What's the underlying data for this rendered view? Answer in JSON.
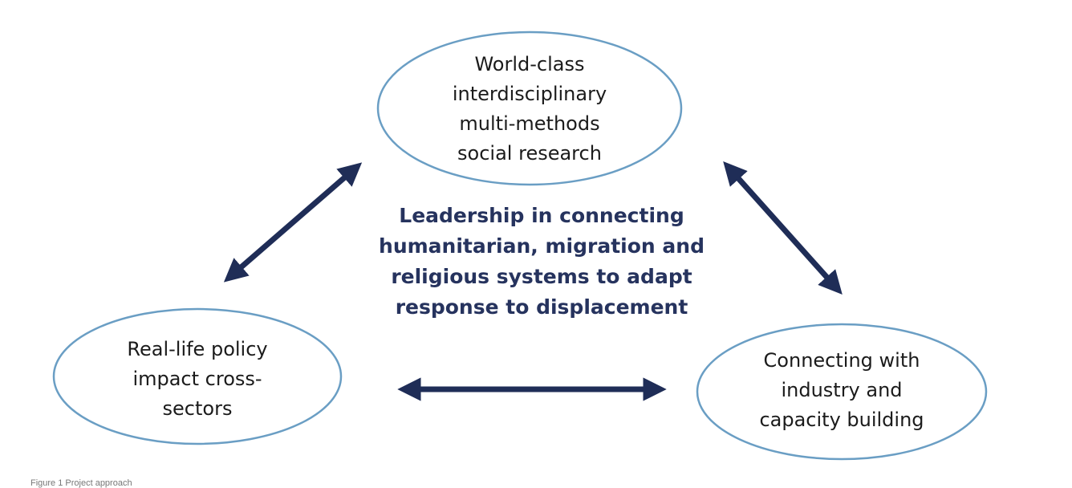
{
  "diagram": {
    "top_node": {
      "lines": [
        "World-class",
        "interdisciplinary",
        "multi-methods",
        "social research"
      ]
    },
    "left_node": {
      "lines": [
        "Real-life policy",
        "impact cross-",
        "sectors"
      ]
    },
    "right_node": {
      "lines": [
        "Connecting with",
        "industry and",
        "capacity building"
      ]
    },
    "center_statement": {
      "lines": [
        "Leadership in connecting",
        "humanitarian, migration and",
        "religious systems to adapt",
        "response to displacement"
      ]
    },
    "caption": "Figure 1 Project approach",
    "colors": {
      "ellipse_stroke": "#6a9ec4",
      "arrow": "#1f2d57",
      "center_text": "#26335e",
      "node_text": "#1b1b1b"
    }
  }
}
